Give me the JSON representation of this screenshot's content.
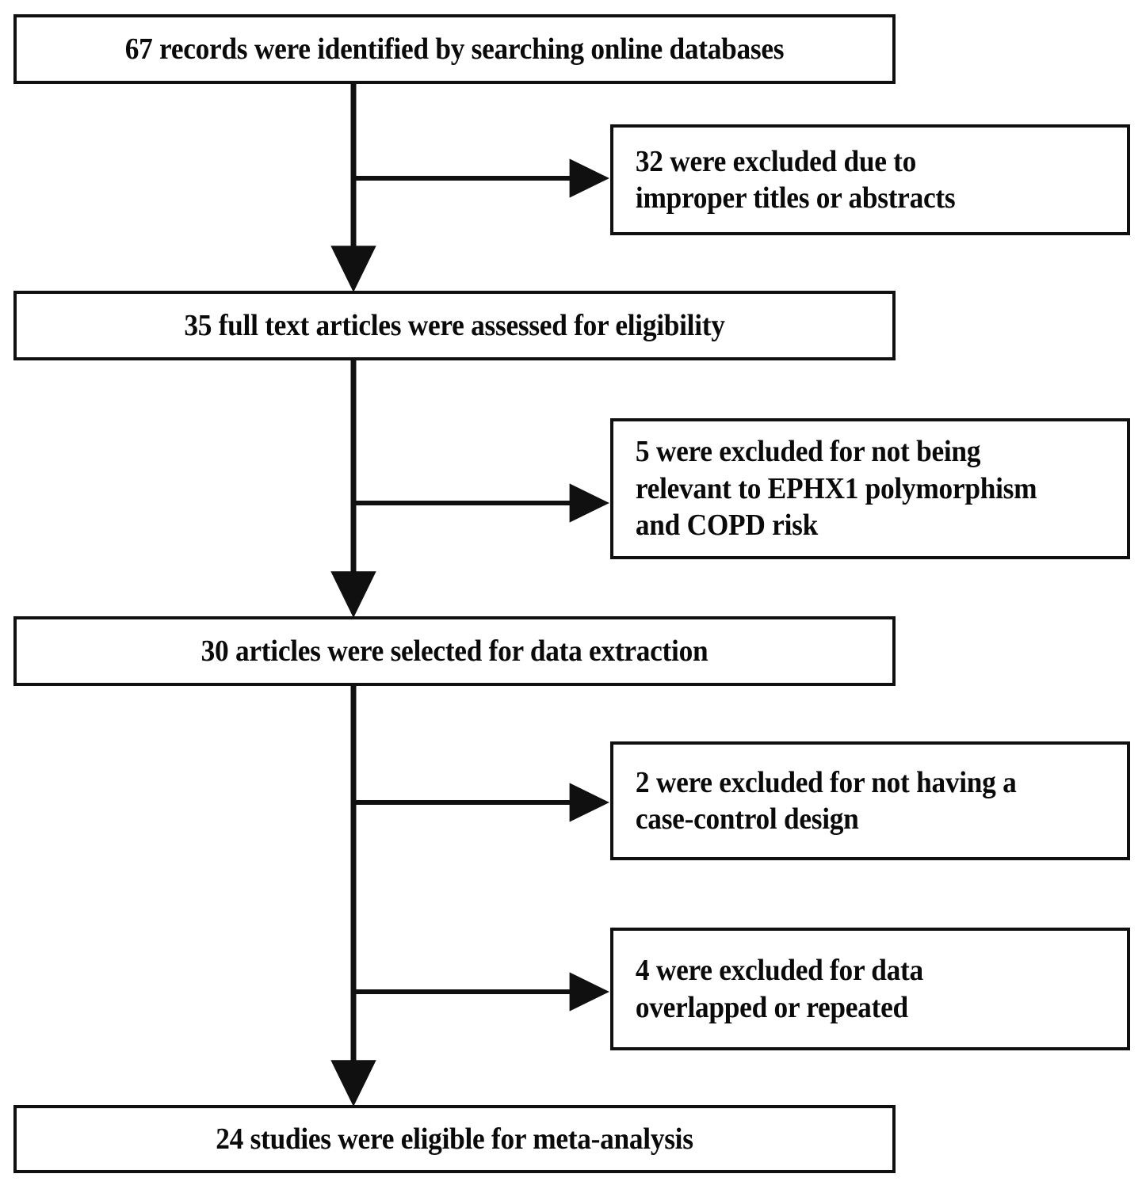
{
  "diagram": {
    "type": "prisma-flow-diagram",
    "title": "",
    "orientation": "vertical",
    "line_color": "#101010",
    "box_fill": "#ffffff",
    "text_color": "#0a0a0a",
    "main_nodes": [
      {
        "id": "identified",
        "label": "67 records were identified by searching online databases",
        "count": 67,
        "stage": "identification"
      },
      {
        "id": "full-text-assessed",
        "label": "35 full text articles were assessed for eligibility",
        "count": 35,
        "stage": "screening"
      },
      {
        "id": "selected-extraction",
        "label": "30 articles were selected for data extraction",
        "count": 30,
        "stage": "eligibility"
      },
      {
        "id": "eligible-meta-analysis",
        "label": "24 studies were eligible for meta-analysis",
        "count": 24,
        "stage": "included"
      }
    ],
    "exclusion_nodes": [
      {
        "id": "excluded-titles-abstracts",
        "label": "32 were excluded due to\nimproper titles or abstracts",
        "count": 32,
        "reason": "improper titles or abstracts"
      },
      {
        "id": "excluded-not-relevant",
        "label": "5 were excluded for not being\nrelevant to EPHX1 polymorphism\nand COPD risk",
        "count": 5,
        "reason": "not relevant to EPHX1 polymorphism and COPD risk"
      },
      {
        "id": "excluded-no-case-control",
        "label": "2 were excluded for not having a\ncase-control design",
        "count": 2,
        "reason": "not having a case-control design"
      },
      {
        "id": "excluded-overlapped",
        "label": "4 were excluded for data\noverlapped or repeated",
        "count": 4,
        "reason": "data overlapped or repeated"
      }
    ]
  }
}
